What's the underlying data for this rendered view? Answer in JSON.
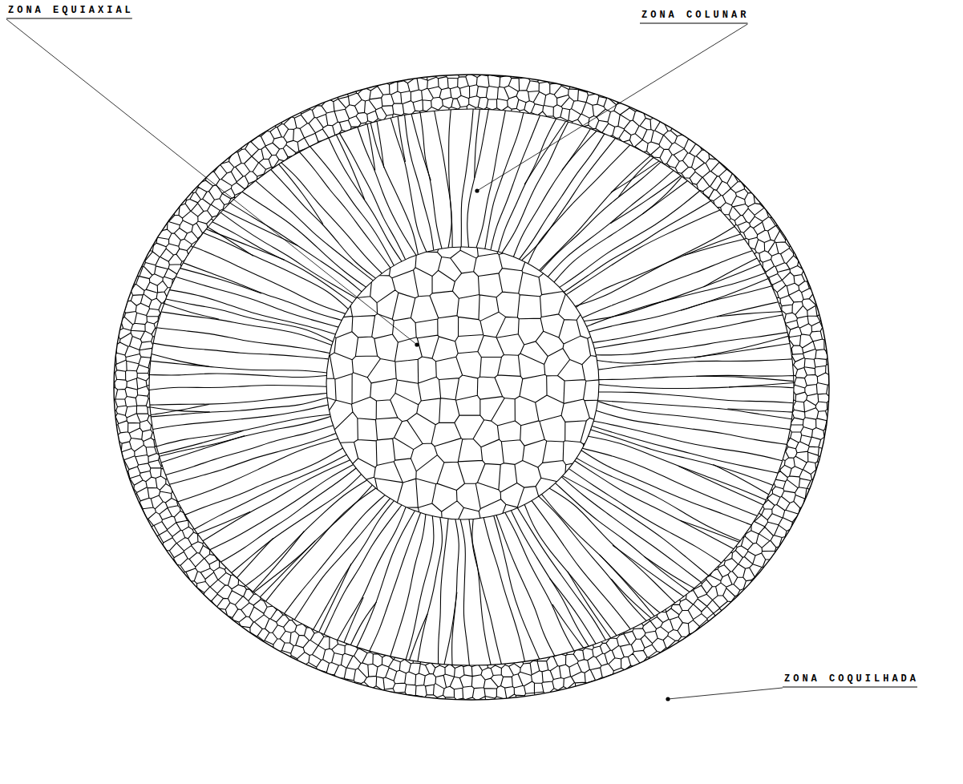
{
  "diagram": {
    "labels": [
      "ZONA EQUIAXIAL",
      "ZONA COLUNAR",
      "ZONA COQUILHADA"
    ]
  }
}
